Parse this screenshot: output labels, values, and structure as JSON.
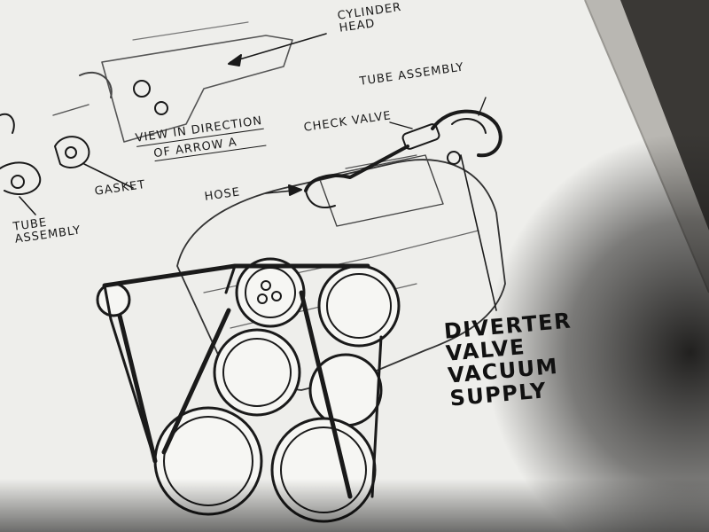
{
  "labels": {
    "cylinder_head": "CYLINDER HEAD",
    "tube_assembly_top": "TUBE ASSEMBLY",
    "check_valve": "CHECK VALVE",
    "view_line1": "VIEW IN DIRECTION",
    "view_line2": "OF ARROW A",
    "gasket": "GASKET",
    "hose": "HOSE",
    "tube_assembly_left": "TUBE ASSEMBLY",
    "diverter_1": "DIVERTER",
    "diverter_2": "VALVE",
    "diverter_3": "VACUUM",
    "diverter_4": "SUPPLY"
  },
  "colors": {
    "paper": "#eeeeeb",
    "ink": "#1a1a1a",
    "background": "#3a3835",
    "shadow": "#1c1b1a"
  }
}
